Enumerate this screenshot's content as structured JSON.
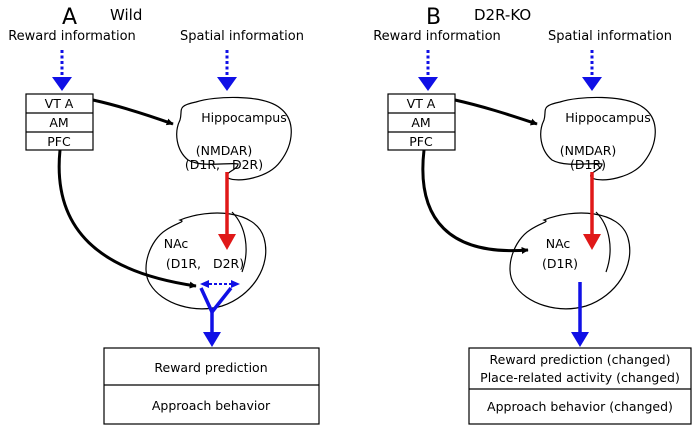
{
  "colors": {
    "reward_arrow": "#1010e6",
    "spatial_arrow": "#e01818",
    "line": "#000000"
  },
  "panels": [
    {
      "letter": "A",
      "condition": "Wild",
      "reward_source": "Reward information",
      "spatial_source": "Spatial information",
      "boxes": [
        "VT A",
        "AM",
        "PFC"
      ],
      "hippocampus": {
        "name": "Hippocampus",
        "receptor_1": "(NMDAR)",
        "receptor_2": "(D1R,   D2R)"
      },
      "nac": {
        "name": "NAc",
        "receptors": "(D1R,   D2R)"
      },
      "outputs": [
        "Reward prediction",
        "Approach behavior"
      ]
    },
    {
      "letter": "B",
      "condition": "D2R-KO",
      "reward_source": "Reward information",
      "spatial_source": "Spatial information",
      "boxes": [
        "VT A",
        "AM",
        "PFC"
      ],
      "hippocampus": {
        "name": "Hippocampus",
        "receptor_1": "(NMDAR)",
        "receptor_2": "(D1R)"
      },
      "nac": {
        "name": "NAc",
        "receptors": "(D1R)"
      },
      "outputs": [
        "Reward prediction (changed)",
        "Place-related activity (changed)",
        "Approach behavior (changed)"
      ]
    }
  ]
}
